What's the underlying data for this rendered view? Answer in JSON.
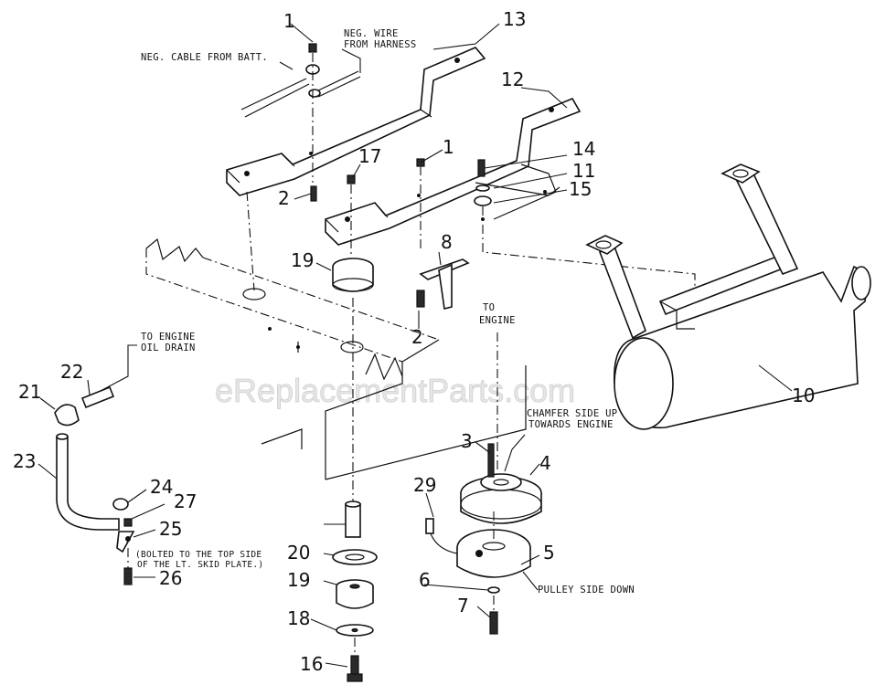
{
  "diagram": {
    "watermark": "eReplacementParts.com",
    "callouts": {
      "c1a": "1",
      "c1b": "1",
      "c2a": "2",
      "c2b": "2",
      "c3": "3",
      "c4": "4",
      "c5": "5",
      "c6": "6",
      "c7": "7",
      "c8": "8",
      "c10": "10",
      "c11": "11",
      "c12": "12",
      "c13": "13",
      "c14": "14",
      "c15": "15",
      "c16": "16",
      "c17": "17",
      "c18": "18",
      "c19a": "19",
      "c19b": "19",
      "c20": "20",
      "c21": "21",
      "c22": "22",
      "c23": "23",
      "c24": "24",
      "c25": "25",
      "c26": "26",
      "c27": "27",
      "c29": "29"
    },
    "notes": {
      "neg_cable": "NEG. CABLE FROM BATT.",
      "neg_wire_1": "NEG. WIRE",
      "neg_wire_2": "FROM HARNESS",
      "to_engine_1": "TO",
      "to_engine_2": "ENGINE",
      "oil_drain_1": "TO ENGINE",
      "oil_drain_2": "OIL DRAIN",
      "chamfer_1": "CHAMFER SIDE UP",
      "chamfer_2": "TOWARDS ENGINE",
      "pulley_side": "PULLEY SIDE DOWN",
      "bolted_1": "(BOLTED TO THE TOP SIDE",
      "bolted_2": "OF THE LT. SKID PLATE.)"
    }
  }
}
